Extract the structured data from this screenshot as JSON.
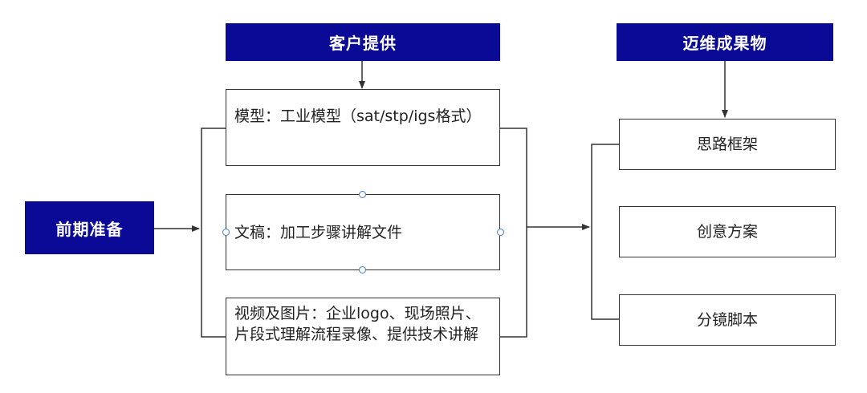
{
  "colors": {
    "header_fill": "#0a0a96",
    "line": "#333333",
    "handle": "#3d7fd9"
  },
  "headers": {
    "client": "客户提供",
    "deliverables": "迈维成果物",
    "prep": "前期准备"
  },
  "inputs": {
    "model": "模型：工业模型（sat/stp/igs格式）",
    "manuscript": "文稿：加工步骤讲解文件",
    "media": "视频及图片：企业logo、现场照片、片段式理解流程录像、提供技术讲解"
  },
  "outputs": {
    "framework": "思路框架",
    "creative": "创意方案",
    "storyboard": "分镜脚本"
  }
}
